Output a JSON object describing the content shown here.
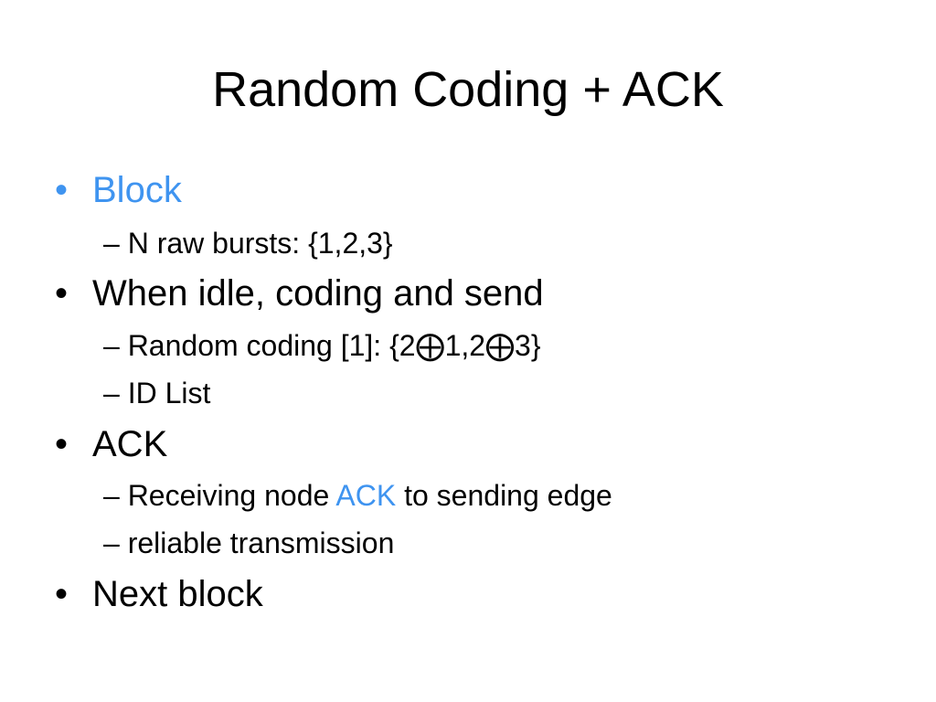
{
  "slide": {
    "title": "Random Coding + ACK",
    "accent_color": "#3f94f0",
    "text_color": "#000000",
    "background_color": "#ffffff",
    "bullet_glyph": "•",
    "sub_bullet_glyph": "–",
    "items": [
      {
        "text": "Block",
        "highlighted": true,
        "subitems": [
          {
            "text": "N raw bursts: {1,2,3}"
          }
        ]
      },
      {
        "text": "When idle, coding and send",
        "subitems": [
          {
            "text": "Random coding [1]: {2⨁1,2⨁3}"
          },
          {
            "text": "ID List"
          }
        ]
      },
      {
        "text": "ACK",
        "subitems": [
          {
            "before": "Receiving node ",
            "accent": "ACK",
            "after": " to sending edge"
          },
          {
            "text": "reliable transmission"
          }
        ]
      },
      {
        "text": "Next block",
        "subitems": []
      }
    ]
  }
}
